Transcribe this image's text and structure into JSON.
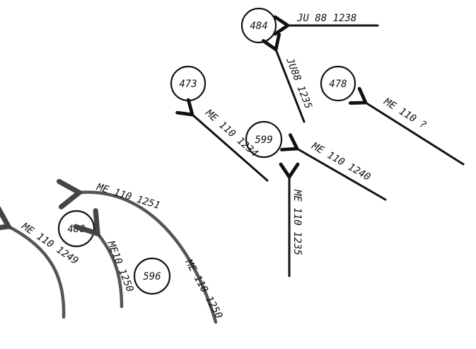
{
  "colors": {
    "ink": "#111111",
    "curve": "#555555",
    "background": "#ffffff"
  },
  "nodes": {
    "n484": "484",
    "n473": "473",
    "n478": "478",
    "n599": "599",
    "n480": "480",
    "n596": "596"
  },
  "arrows": {
    "a1": "JU 88  1238",
    "a2": "JU88  1235",
    "a3": "ME 110        ?",
    "a4": "ME 110  1234",
    "a5": "ME 110   1240",
    "a6": "ME 110   1235",
    "a7": "ME 110   1251",
    "a8": "ME 110   1250",
    "a9": "ME10  1250",
    "a10": "ME 110     1249"
  }
}
